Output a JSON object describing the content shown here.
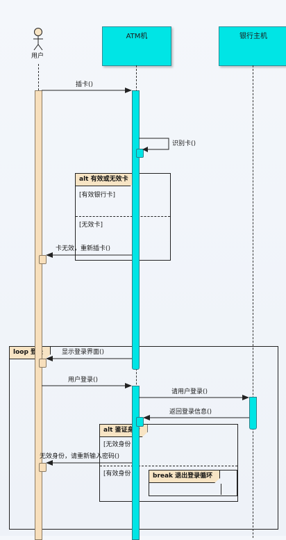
{
  "lifelines": {
    "user": "用户",
    "atm": "ATM机",
    "bank": "银行主机"
  },
  "messages": {
    "insert_card": "插卡()",
    "identify_card": "识别卡()",
    "invalid_card_retry": "卡无效，重新插卡()",
    "show_login": "显示登录界面()",
    "user_login": "用户登录()",
    "request_login": "请用户登录()",
    "return_login_info": "返回登录信息()",
    "invalid_identity_retry": "无效身份，请重新输入密码()"
  },
  "fragments": {
    "alt_card": {
      "tag": "alt 有效或无效卡",
      "guard1": "[有效银行卡]",
      "guard2": "[无效卡]"
    },
    "loop_login": {
      "tag": "loop 登录"
    },
    "alt_identity": {
      "tag": "alt 鉴证身份",
      "guard1": "[无效身份",
      "guard2": "[有效身份"
    },
    "break_exit": {
      "tag": "break 退出登录循环"
    }
  },
  "colors": {
    "lifeline_box": "#00e5e5",
    "activation_user": "#f7dfbc",
    "activation_system": "#00e5e5",
    "fragment_tag": "#f7e4c4"
  }
}
